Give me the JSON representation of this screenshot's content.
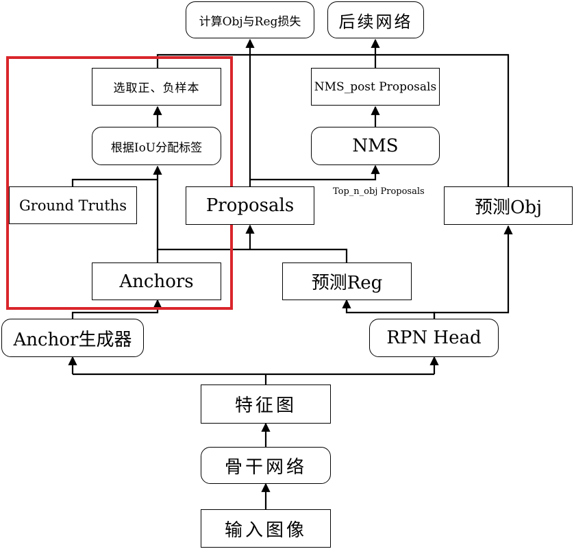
{
  "nodes": {
    "input_image": "输入图像",
    "backbone": "骨干网络",
    "feature_map": "特征图",
    "anchor_generator": "Anchor生成器",
    "rpn_head": "RPN Head",
    "anchors": "Anchors",
    "pred_reg": "预测Reg",
    "ground_truths": "Ground Truths",
    "proposals": "Proposals",
    "pred_obj": "预测Obj",
    "assign_labels": "根据IoU分配标签",
    "select_samples": "选取正、负样本",
    "nms": "NMS",
    "nms_post": "NMS_post Proposals",
    "loss": "计算Obj与Reg损失",
    "next_network": "后续网络"
  },
  "labels": {
    "top_n": "Top_n_obj Proposals"
  },
  "colors": {
    "highlight": "#d9252b",
    "line": "#000000"
  }
}
